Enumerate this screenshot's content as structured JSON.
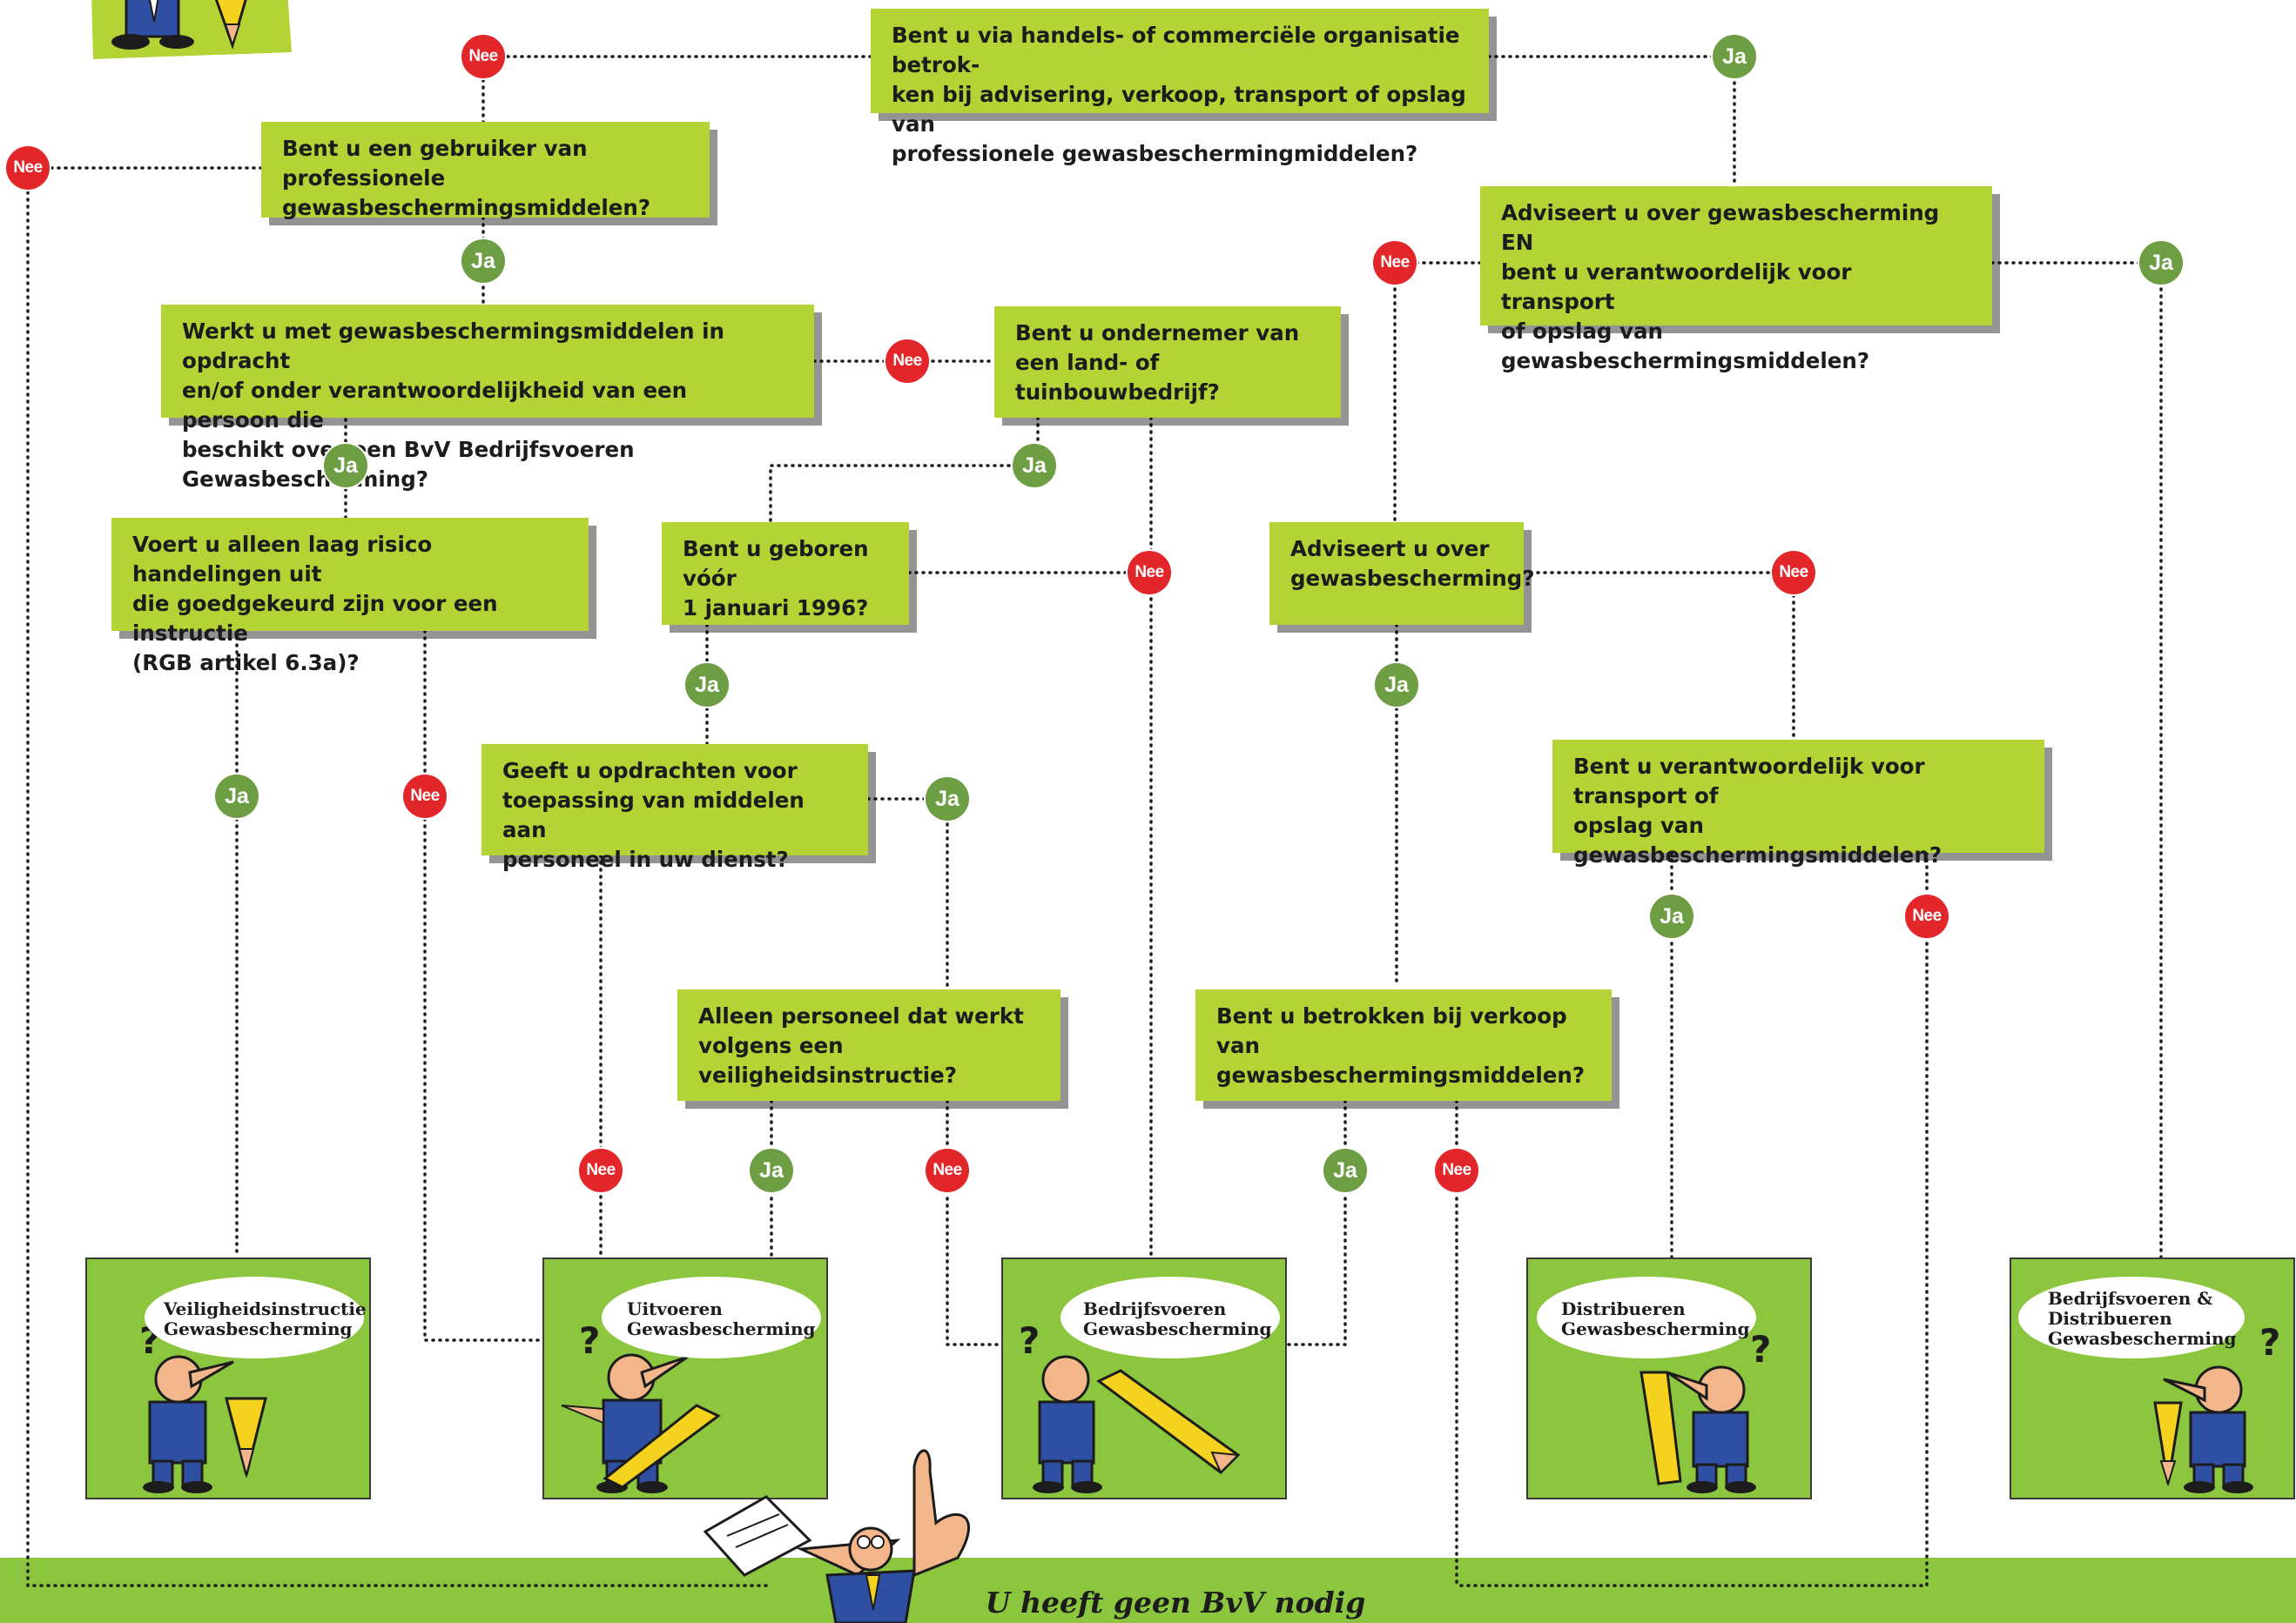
{
  "questions": {
    "q_commercieel": "Bent u via handels- of commerciële organisatie betrok-\nken bij advisering, verkoop, transport of opslag van\nprofessionele gewasbeschermingmiddelen?",
    "q_gebruiker": "Bent u een gebruiker van professionele\ngewasbeschermingsmiddelen?",
    "q_adviseert_en": "Adviseert u over gewasbescherming\nEN\nbent u verantwoordelijk voor transport\nof opslag van gewasbeschermingsmiddelen?",
    "q_werkt_opdracht": "Werkt u met gewasbeschermingsmiddelen in opdracht\nen/of onder verantwoordelijkheid van een persoon die\nbeschikt over een BvV Bedrijfsvoeren Gewasbescherming?",
    "q_ondernemer": "Bent u ondernemer van\neen land- of tuinbouwbedrijf?",
    "q_laag_risico": "Voert u alleen laag risico handelingen uit\ndie goedgekeurd zijn voor een instructie\n(RGB artikel 6.3a)?",
    "q_geboren": "Bent u geboren vóór\n1 januari 1996?",
    "q_adviseert": "Adviseert u over\ngewasbescherming?",
    "q_transport": "Bent u verantwoordelijk voor transport of\nopslag van gewasbeschermingsmiddelen?",
    "q_opdrachten": "Geeft u opdrachten voor\ntoepassing van middelen aan\npersoneel in uw dienst?",
    "q_personeel": "Alleen personeel dat werkt\nvolgens een veiligheidsinstructie?",
    "q_verkoop": "Bent u betrokken bij verkoop\nvan gewasbeschermingsmiddelen?"
  },
  "answers": {
    "yes": "Ja",
    "no": "Nee"
  },
  "results": {
    "r1": "Veiligheidsinstructie\nGewasbescherming",
    "r2": "Uitvoeren\nGewasbescherming",
    "r3": "Bedrijfsvoeren\nGewasbescherming",
    "r4": "Distribueren\nGewasbescherming",
    "r5": "Bedrijfsvoeren &\nDistribueren\nGewasbescherming"
  },
  "footer": {
    "text": "U heeft geen BvV nodig"
  },
  "colors": {
    "box_green": "#b4d334",
    "result_green": "#8cc63f",
    "ja_green": "#6d9e43",
    "nee_red": "#e3262a",
    "suit_blue": "#2f4fa3",
    "pencil_yellow": "#f5d21e"
  }
}
